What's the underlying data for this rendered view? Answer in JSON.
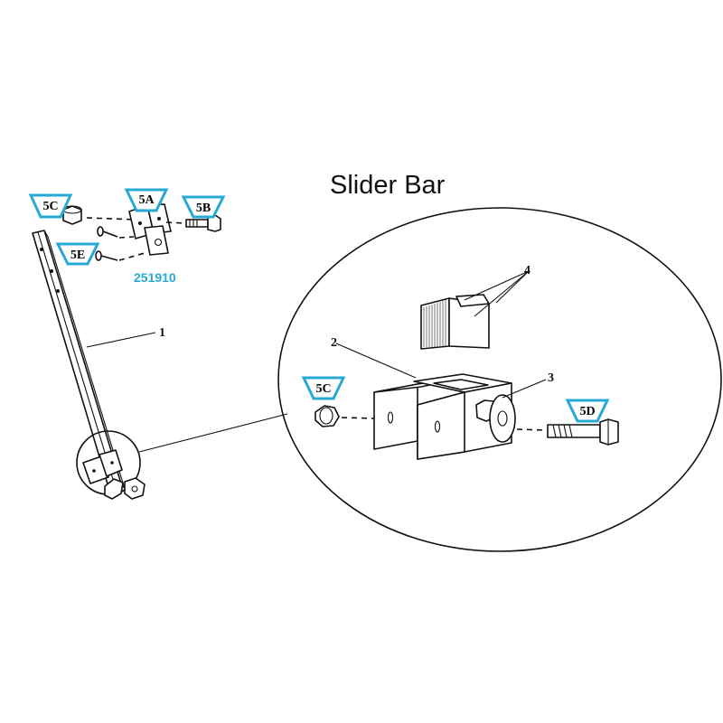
{
  "title": "Slider Bar",
  "part_number": "251910",
  "colors": {
    "badge_outline": "#27a9d6",
    "part_number": "#27a9d6",
    "line": "#111111"
  },
  "badges": {
    "b5c_top": "5C",
    "b5a": "5A",
    "b5b": "5B",
    "b5e": "5E",
    "b5c_detail": "5C",
    "b5d": "5D"
  },
  "callouts": {
    "c1": "1",
    "c2": "2",
    "c3": "3",
    "c4": "4"
  }
}
